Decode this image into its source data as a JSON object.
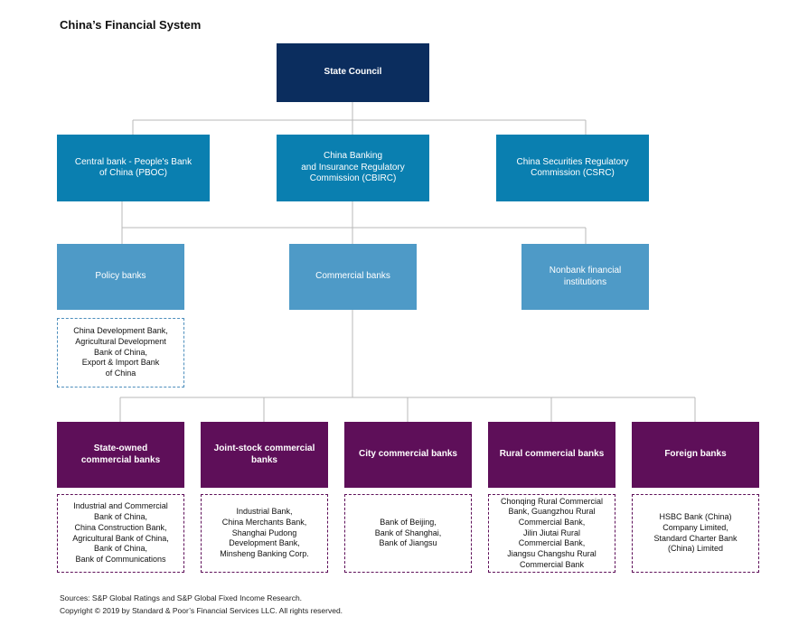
{
  "title": "China’s Financial System",
  "state_council": "State Council",
  "regulators": {
    "pboc": "Central bank - People's Bank\nof China (PBOC)",
    "cbirc": "China Banking\nand Insurance Regulatory\nCommission (CBIRC)",
    "csrc": "China Securities Regulatory\nCommission (CSRC)"
  },
  "bank_types": {
    "policy": "Policy banks",
    "commercial": "Commercial banks",
    "nonbank": "Nonbank financial\ninstitutions"
  },
  "policy_banks_list": "China Development Bank,\nAgricultural Development\nBank of China,\nExport & Import Bank\nof China",
  "commercial_types": {
    "state_owned": "State-owned\ncommercial banks",
    "joint_stock": "Joint-stock commercial\nbanks",
    "city": "City commercial banks",
    "rural": "Rural commercial banks",
    "foreign": "Foreign banks"
  },
  "commercial_lists": {
    "state_owned": "Industrial and Commercial\nBank of China,\nChina Construction Bank,\nAgricultural Bank of China,\nBank of China,\nBank of Communications",
    "joint_stock": "Industrial Bank,\nChina Merchants Bank,\nShanghai Pudong\nDevelopment Bank,\nMinsheng Banking Corp.",
    "city": "Bank of Beijing,\nBank of Shanghai,\nBank of Jiangsu",
    "rural": "Chonqing Rural Commercial\nBank, Guangzhou Rural\nCommercial Bank,\nJilin Jiutai Rural\nCommercial Bank,\nJiangsu Changshu Rural\nCommercial Bank",
    "foreign": "HSBC Bank (China)\nCompany Limited,\nStandard Charter Bank\n(China) Limited"
  },
  "footer": {
    "sources": "Sources: S&P Global Ratings and S&P Global Fixed Income Research.",
    "copyright": "Copyright © 2019 by Standard & Poor’s Financial Services LLC. All rights reserved."
  },
  "colors": {
    "navy": "#0b2d5e",
    "teal": "#0a7fb0",
    "light_blue": "#4e9ac7",
    "purple": "#5e0f59",
    "connector": "#b8b8b8"
  }
}
